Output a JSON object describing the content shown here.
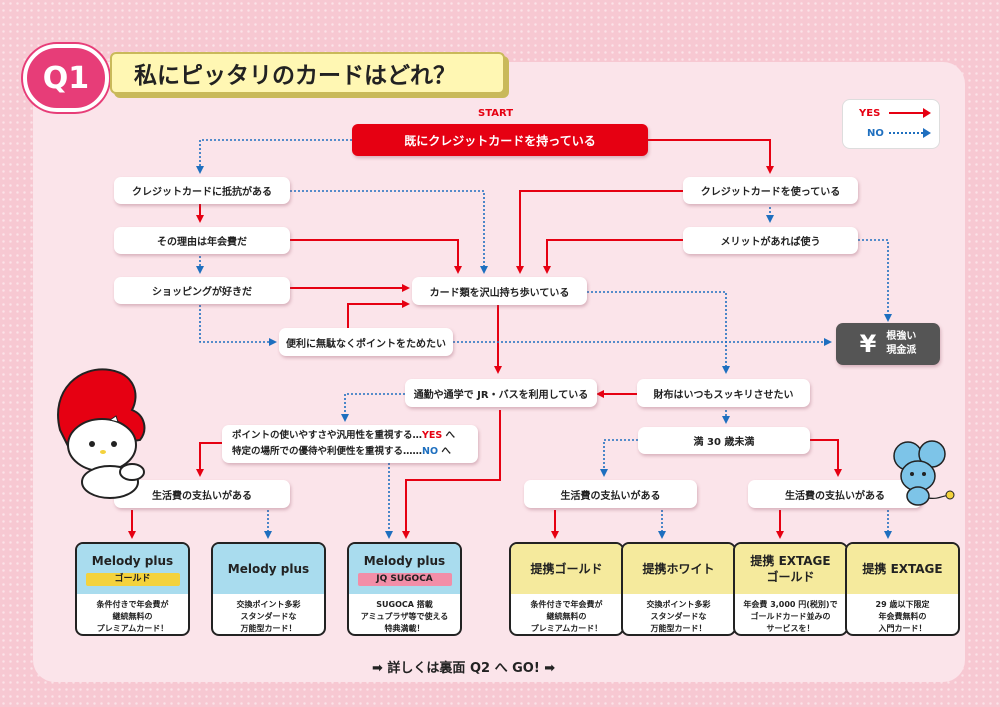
{
  "header": {
    "badge": "Q1",
    "title": "私にピッタリのカードはどれ？"
  },
  "legend": {
    "yes": "YES",
    "no": "NO"
  },
  "colors": {
    "yes": "#e60012",
    "no": "#1e6fbf"
  },
  "start_label": "START",
  "nodes": {
    "start": "既にクレジットカードを持っている",
    "resist": "クレジットカードに抵抗がある",
    "use": "クレジットカードを使っている",
    "reason": "その理由は年会費だ",
    "merit": "メリットがあれば使う",
    "shopping": "ショッピングが好きだ",
    "many_cards": "カード類を沢山持ち歩いている",
    "points": "便利に無駄なくポイントをためたい",
    "cash_yen": "¥",
    "cash_line1": "根強い",
    "cash_line2": "現金派",
    "commute": "通勤や通学で JR・バスを利用している",
    "wallet": "財布はいつもスッキリさせたい",
    "pq_line1": "ポイントの使いやすさや汎用性を重視する…",
    "pq_yes": "YES",
    "pq_he1": " へ",
    "pq_line2": "特定の場所での優待や利便性を重視する……",
    "pq_no": "NO",
    "pq_he2": " へ",
    "under30": "満 30 歳未満",
    "living_left": "生活費の支払いがある",
    "living_mid": "生活費の支払いがある",
    "living_right": "生活費の支払いがある"
  },
  "cards": [
    {
      "title": "Melody plus",
      "tag": "ゴールド",
      "desc": [
        "条件付きで年会費が",
        "継続無料の",
        "プレミアムカード！"
      ]
    },
    {
      "title": "Melody plus",
      "tag": "",
      "desc": [
        "交換ポイント多彩",
        "スタンダードな",
        "万能型カード！"
      ]
    },
    {
      "title": "Melody plus",
      "tag": "JQ SUGOCA",
      "desc": [
        "SUGOCA 搭載",
        "アミュプラザ等で使える",
        "特典満載！"
      ]
    },
    {
      "title": "提携ゴールド",
      "tag": "",
      "desc": [
        "条件付きで年会費が",
        "継続無料の",
        "プレミアムカード！"
      ]
    },
    {
      "title": "提携ホワイト",
      "tag": "",
      "desc": [
        "交換ポイント多彩",
        "スタンダードな",
        "万能型カード！"
      ]
    },
    {
      "title": "提携 EXTAGE\nゴールド",
      "tag": "",
      "desc": [
        "年会費 3,000 円(税別)で",
        "ゴールドカード並みの",
        "サービスを！"
      ]
    },
    {
      "title": "提携 EXTAGE",
      "tag": "",
      "desc": [
        "29 歳以下限定",
        "年会費無料の",
        "入門カード！"
      ]
    }
  ],
  "footer": "➡ 詳しくは裏面 Q2 へ GO! ➡"
}
